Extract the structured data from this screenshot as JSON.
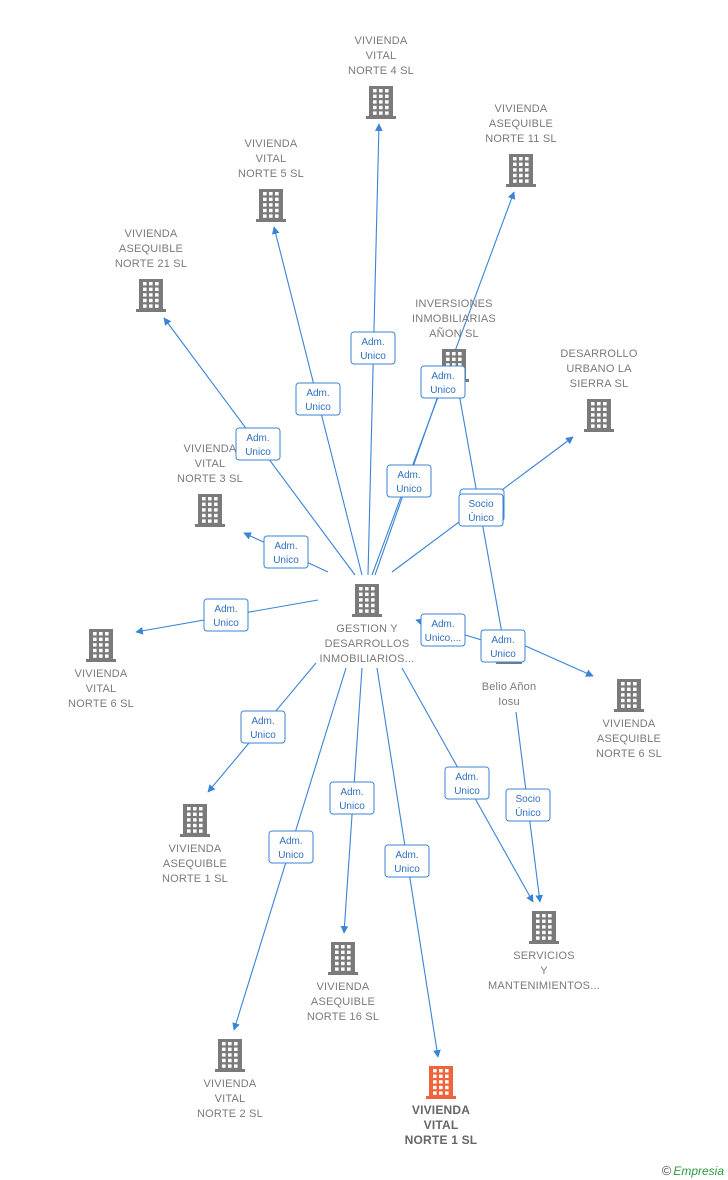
{
  "colors": {
    "edge": "#3a84d6",
    "building": "#7a7a7a",
    "focus_building": "#f0643c",
    "person": "#7a7a7a"
  },
  "nodes": [
    {
      "id": "gestion",
      "type": "company",
      "label": [
        "GESTION Y",
        "DESARROLLOS",
        "INMOBILIARIOS..."
      ]
    },
    {
      "id": "vn4",
      "type": "company",
      "label": [
        "VIVIENDA",
        "VITAL",
        "NORTE 4  SL"
      ]
    },
    {
      "id": "va11",
      "type": "company",
      "label": [
        "VIVIENDA",
        "ASEQUIBLE",
        "NORTE 11  SL"
      ]
    },
    {
      "id": "vn5",
      "type": "company",
      "label": [
        "VIVIENDA",
        "VITAL",
        "NORTE 5  SL"
      ]
    },
    {
      "id": "va21",
      "type": "company",
      "label": [
        "VIVIENDA",
        "ASEQUIBLE",
        "NORTE 21  SL"
      ]
    },
    {
      "id": "inv",
      "type": "company",
      "label": [
        "INVERSIONES",
        "INMOBILIARIAS",
        "AÑON  SL"
      ]
    },
    {
      "id": "dus",
      "type": "company",
      "label": [
        "DESARROLLO",
        "URBANO LA",
        "SIERRA  SL"
      ]
    },
    {
      "id": "vn3",
      "type": "company",
      "label": [
        "VIVIENDA",
        "VITAL",
        "NORTE 3  SL"
      ]
    },
    {
      "id": "vn6",
      "type": "company",
      "label": [
        "VIVIENDA",
        "VITAL",
        "NORTE 6  SL"
      ]
    },
    {
      "id": "belio",
      "type": "person",
      "label": [
        "Belio Añon",
        "Iosu"
      ]
    },
    {
      "id": "va6",
      "type": "company",
      "label": [
        "VIVIENDA",
        "ASEQUIBLE",
        "NORTE 6  SL"
      ]
    },
    {
      "id": "va1",
      "type": "company",
      "label": [
        "VIVIENDA",
        "ASEQUIBLE",
        "NORTE 1  SL"
      ]
    },
    {
      "id": "serv",
      "type": "company",
      "label": [
        "SERVICIOS",
        "Y",
        "MANTENIMIENTOS..."
      ]
    },
    {
      "id": "va16",
      "type": "company",
      "label": [
        "VIVIENDA",
        "ASEQUIBLE",
        "NORTE 16  SL"
      ]
    },
    {
      "id": "vn2",
      "type": "company",
      "label": [
        "VIVIENDA",
        "VITAL",
        "NORTE 2  SL"
      ]
    },
    {
      "id": "vn1",
      "type": "company",
      "focus": true,
      "label": [
        "VIVIENDA",
        "VITAL",
        "NORTE 1  SL"
      ]
    }
  ],
  "edges": [
    {
      "from": "gestion",
      "to": "vn4",
      "label": [
        "Adm.",
        "Unico"
      ]
    },
    {
      "from": "gestion",
      "to": "vn5",
      "label": [
        "Adm.",
        "Unico"
      ]
    },
    {
      "from": "gestion",
      "to": "va21",
      "label": [
        "Adm.",
        "Unico"
      ]
    },
    {
      "from": "gestion",
      "to": "va11",
      "label": [
        "Adm.",
        "Unico"
      ]
    },
    {
      "from": "gestion",
      "to": "inv",
      "label": [
        "Adm.",
        "Unico"
      ]
    },
    {
      "from": "gestion",
      "to": "vn3",
      "label": [
        "Adm.",
        "Unico"
      ]
    },
    {
      "from": "gestion",
      "to": "vn6",
      "label": [
        "Adm.",
        "Unico"
      ]
    },
    {
      "from": "gestion",
      "to": "dus",
      "label": [
        "Socio",
        "Único"
      ]
    },
    {
      "from": "belio",
      "to": "gestion",
      "label": [
        "Adm.",
        "Unico,..."
      ]
    },
    {
      "from": "belio",
      "to": "va6",
      "label": [
        "Adm.",
        "Unico"
      ]
    },
    {
      "from": "inv",
      "to": "belio",
      "label": [
        "Socio",
        "Único"
      ]
    },
    {
      "from": "gestion",
      "to": "va1",
      "label": [
        "Adm.",
        "Unico"
      ]
    },
    {
      "from": "gestion",
      "to": "vn2",
      "label": [
        "Adm.",
        "Unico"
      ]
    },
    {
      "from": "gestion",
      "to": "va16",
      "label": [
        "Adm.",
        "Unico"
      ]
    },
    {
      "from": "gestion",
      "to": "vn1",
      "label": [
        "Adm.",
        "Unico"
      ]
    },
    {
      "from": "gestion",
      "to": "serv",
      "label": [
        "Adm.",
        "Unico"
      ]
    },
    {
      "from": "belio",
      "to": "serv",
      "label": [
        "Socio",
        "Único"
      ]
    }
  ],
  "footer": {
    "copyright_symbol": "©",
    "brand": "Empresia"
  }
}
